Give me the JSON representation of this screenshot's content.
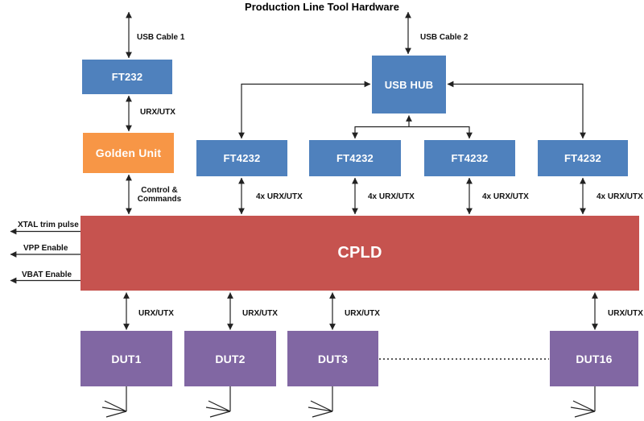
{
  "title": "Production Line Tool Hardware",
  "colors": {
    "blue": "#4F81BD",
    "orange": "#F79646",
    "red": "#C6534F",
    "purple": "#8167A3",
    "line": "#222222",
    "label": "#111111",
    "bg": "#ffffff"
  },
  "blocks": {
    "ft232": "FT232",
    "golden_unit": "Golden Unit",
    "usb_hub": "USB HUB",
    "ft4232": "FT4232",
    "cpld": "CPLD",
    "dut1": "DUT1",
    "dut2": "DUT2",
    "dut3": "DUT3",
    "dut16": "DUT16"
  },
  "labels": {
    "usb_cable_1": "USB Cable 1",
    "usb_cable_2": "USB Cable 2",
    "urx_utx": "URX/UTX",
    "urx_utx_4x": "4x URX/UTX",
    "control_commands": "Control &\nCommands",
    "xtal_trim_pulse": "XTAL trim pulse",
    "vpp_enable": "VPP Enable",
    "vbat_enable": "VBAT Enable"
  }
}
